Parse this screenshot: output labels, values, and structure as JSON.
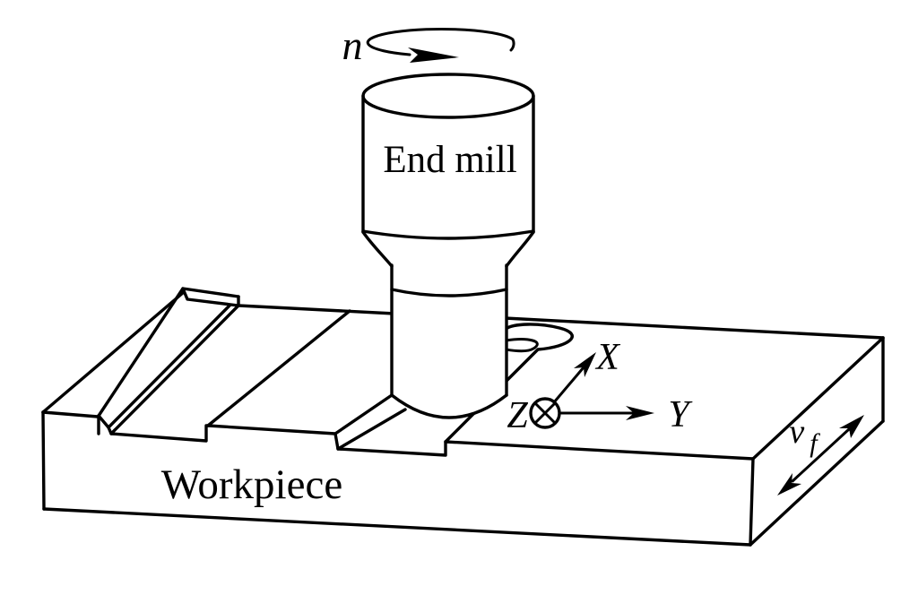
{
  "diagram": {
    "description": "End milling of a slot in a workpiece",
    "labels": {
      "spindle_speed": "n",
      "tool": "End mill",
      "workpiece": "Workpiece",
      "axis_x": "X",
      "axis_y": "Y",
      "axis_z": "Z",
      "feed_velocity": "v",
      "feed_velocity_sub": "f"
    },
    "colors": {
      "stroke": "#000000",
      "background": "#ffffff"
    }
  }
}
